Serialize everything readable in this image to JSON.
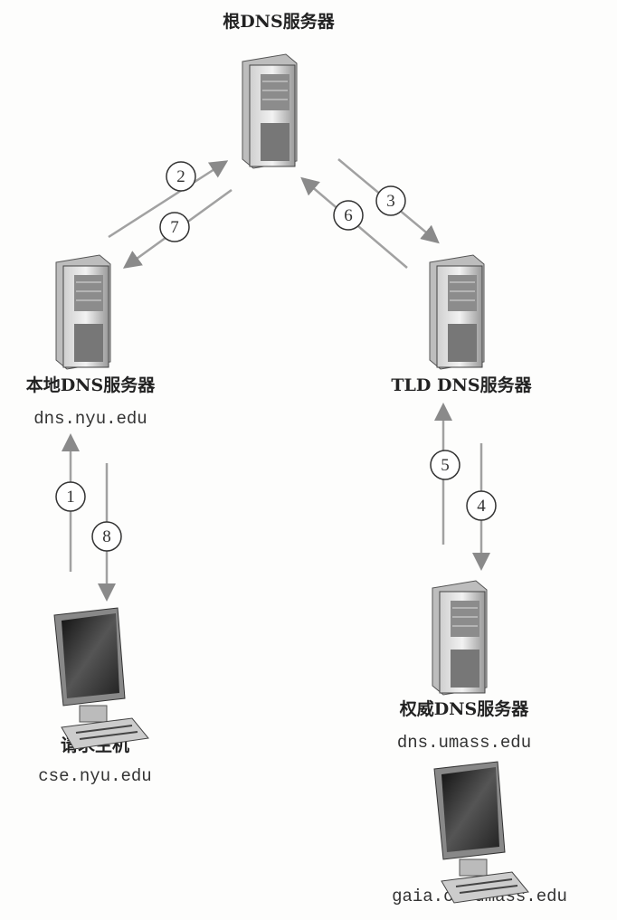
{
  "nodes": {
    "root": {
      "label": "根DNS服务器"
    },
    "local": {
      "label": "本地DNS服务器",
      "host": "dns.nyu.edu"
    },
    "tld": {
      "label": "TLD DNS服务器"
    },
    "authoritative": {
      "label": "权威DNS服务器",
      "host": "dns.umass.edu"
    },
    "requesting_host": {
      "label": "请求主机",
      "host": "cse.nyu.edu"
    },
    "target_host": {
      "host": "gaia.cs.umass.edu"
    }
  },
  "steps": [
    "1",
    "2",
    "3",
    "4",
    "5",
    "6",
    "7",
    "8"
  ],
  "colors": {
    "arrow": "#8a8a8a",
    "text": "#222222"
  }
}
